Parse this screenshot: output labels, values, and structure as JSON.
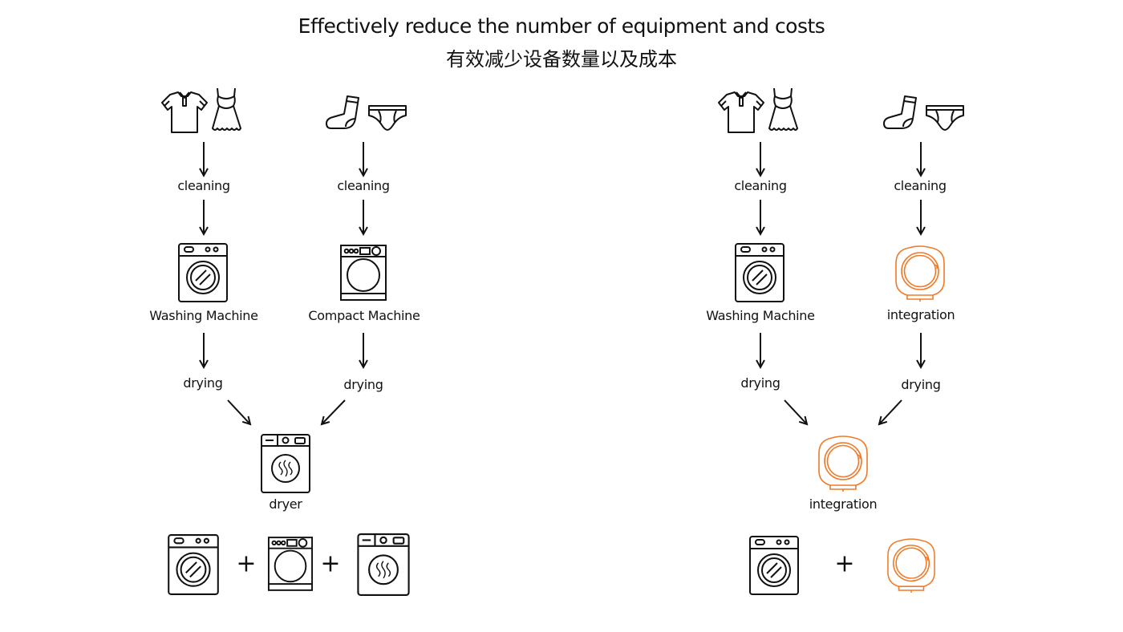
{
  "header": {
    "title_en": "Effectively reduce the number of equipment and costs",
    "title_zh": "有效减少设备数量以及成本"
  },
  "colors": {
    "line": "#111111",
    "accent": "#f07a28"
  },
  "left_flow": {
    "branch_a": {
      "inputs": [
        "shirt-icon",
        "dress-icon"
      ],
      "step1": "cleaning",
      "machine": "Washing Machine",
      "step2": "drying"
    },
    "branch_b": {
      "inputs": [
        "sock-icon",
        "underwear-icon"
      ],
      "step1": "cleaning",
      "machine": "Compact Machine",
      "step2": "drying"
    },
    "merge": "dryer",
    "equipment_total": [
      "washing-machine-icon",
      "compact-machine-icon",
      "dryer-icon"
    ],
    "plus": "+"
  },
  "right_flow": {
    "branch_a": {
      "inputs": [
        "shirt-icon",
        "dress-icon"
      ],
      "step1": "cleaning",
      "machine": "Washing Machine",
      "step2": "drying"
    },
    "branch_b": {
      "inputs": [
        "sock-icon",
        "underwear-icon"
      ],
      "step1": "cleaning",
      "machine": "integration",
      "step2": "drying"
    },
    "merge": "integration",
    "equipment_total": [
      "washing-machine-icon",
      "integration-machine-icon"
    ],
    "plus": "+"
  }
}
